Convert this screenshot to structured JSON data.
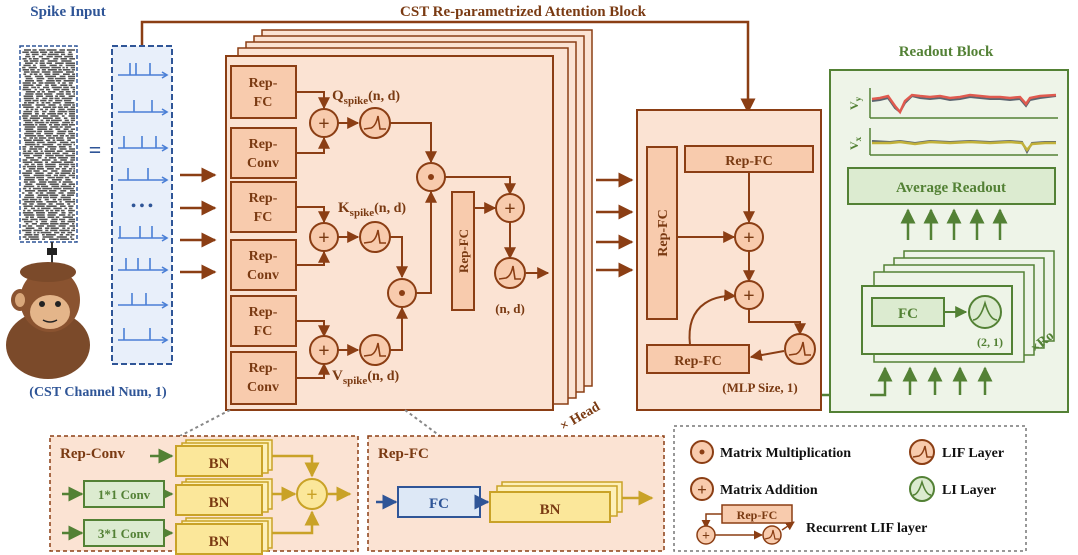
{
  "title": "CST Re-parametrized Attention Block",
  "spike_input": {
    "title": "Spike Input",
    "caption": "(CST Channel Num, 1)",
    "equals": "=",
    "dots": "• • •"
  },
  "attention": {
    "rep_fc": "Rep-FC",
    "rep_conv": "Rep-Conv",
    "q_sym": "Q",
    "k_sym": "K",
    "v_sym": "V",
    "sub_spike": "spike",
    "dims": "(n, d)",
    "multiply_symbol": "•",
    "add_symbol": "+",
    "head": "× Head"
  },
  "mlp": {
    "rep_fc": "Rep-FC",
    "caption": "(MLP Size, 1)"
  },
  "readout": {
    "title": "Readout Block",
    "vy": "V",
    "vy_sub": "y",
    "vx": "V",
    "vx_sub": "x",
    "average_readout": "Average Readout",
    "fc": "FC",
    "dims": "(2, 1)",
    "ro": "×Ro"
  },
  "rep_conv_detail": {
    "title": "Rep-Conv",
    "bn": "BN",
    "conv1": "1*1 Conv",
    "conv3": "3*1 Conv"
  },
  "rep_fc_detail": {
    "title": "Rep-FC",
    "fc": "FC",
    "bn": "BN"
  },
  "legend": {
    "matrix_multiplication": "Matrix Multiplication",
    "matrix_addition": "Matrix Addition",
    "lif_layer": "LIF Layer",
    "li_layer": "LI  Layer",
    "rep_fc": "Rep-FC",
    "recurrent_lif": "Recurrent LIF layer"
  },
  "colors": {
    "brown": "#8b3e14",
    "peach": "#fbe3d3",
    "blue": "#2f5597",
    "green": "#538135",
    "yellow": "#f5d25a"
  }
}
